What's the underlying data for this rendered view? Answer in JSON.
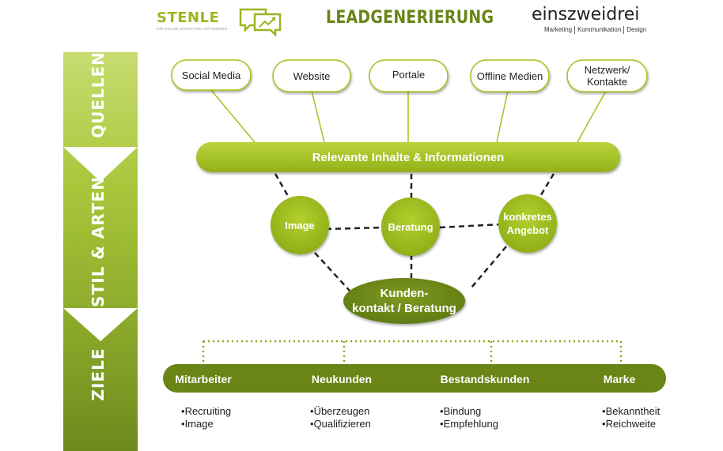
{
  "header": {
    "logo_left": "STENLE",
    "logo_left_tagline": "IHR ONLINE MARKETING-OPTIMIERER",
    "title": "LEADGENERIERUNG",
    "logo_right": "einszweidrei",
    "logo_right_tagline": [
      "Marketing",
      "Kommunikation",
      "Design"
    ]
  },
  "sidebar": {
    "sections": [
      "QUELLEN",
      "STIL & ARTEN",
      "ZIELE"
    ]
  },
  "sources": [
    "Social Media",
    "Website",
    "Portale",
    "Offline Medien",
    "Netzwerk/\nKontakte"
  ],
  "content_bar": "Relevante Inhalte & Informationen",
  "styles": [
    "Image",
    "Beratung",
    "konkretes\nAngebot"
  ],
  "contact": "Kunden-\nkontakt / Beratung",
  "goals": [
    {
      "label": "Mitarbeiter",
      "items": [
        "Recruiting",
        "Image"
      ]
    },
    {
      "label": "Neukunden",
      "items": [
        "Überzeugen",
        "Qualifizieren"
      ]
    },
    {
      "label": "Bestandskunden",
      "items": [
        "Bindung",
        "Empfehlung"
      ]
    },
    {
      "label": "Marke",
      "items": [
        "Bekanntheit",
        "Reichweite"
      ]
    }
  ],
  "colors": {
    "light_green": "#a4c21c",
    "mid_green": "#8aa51a",
    "dark_green": "#6a8416",
    "sidebar_top": "#a9c63a",
    "sidebar_bottom": "#6e8a1c"
  }
}
